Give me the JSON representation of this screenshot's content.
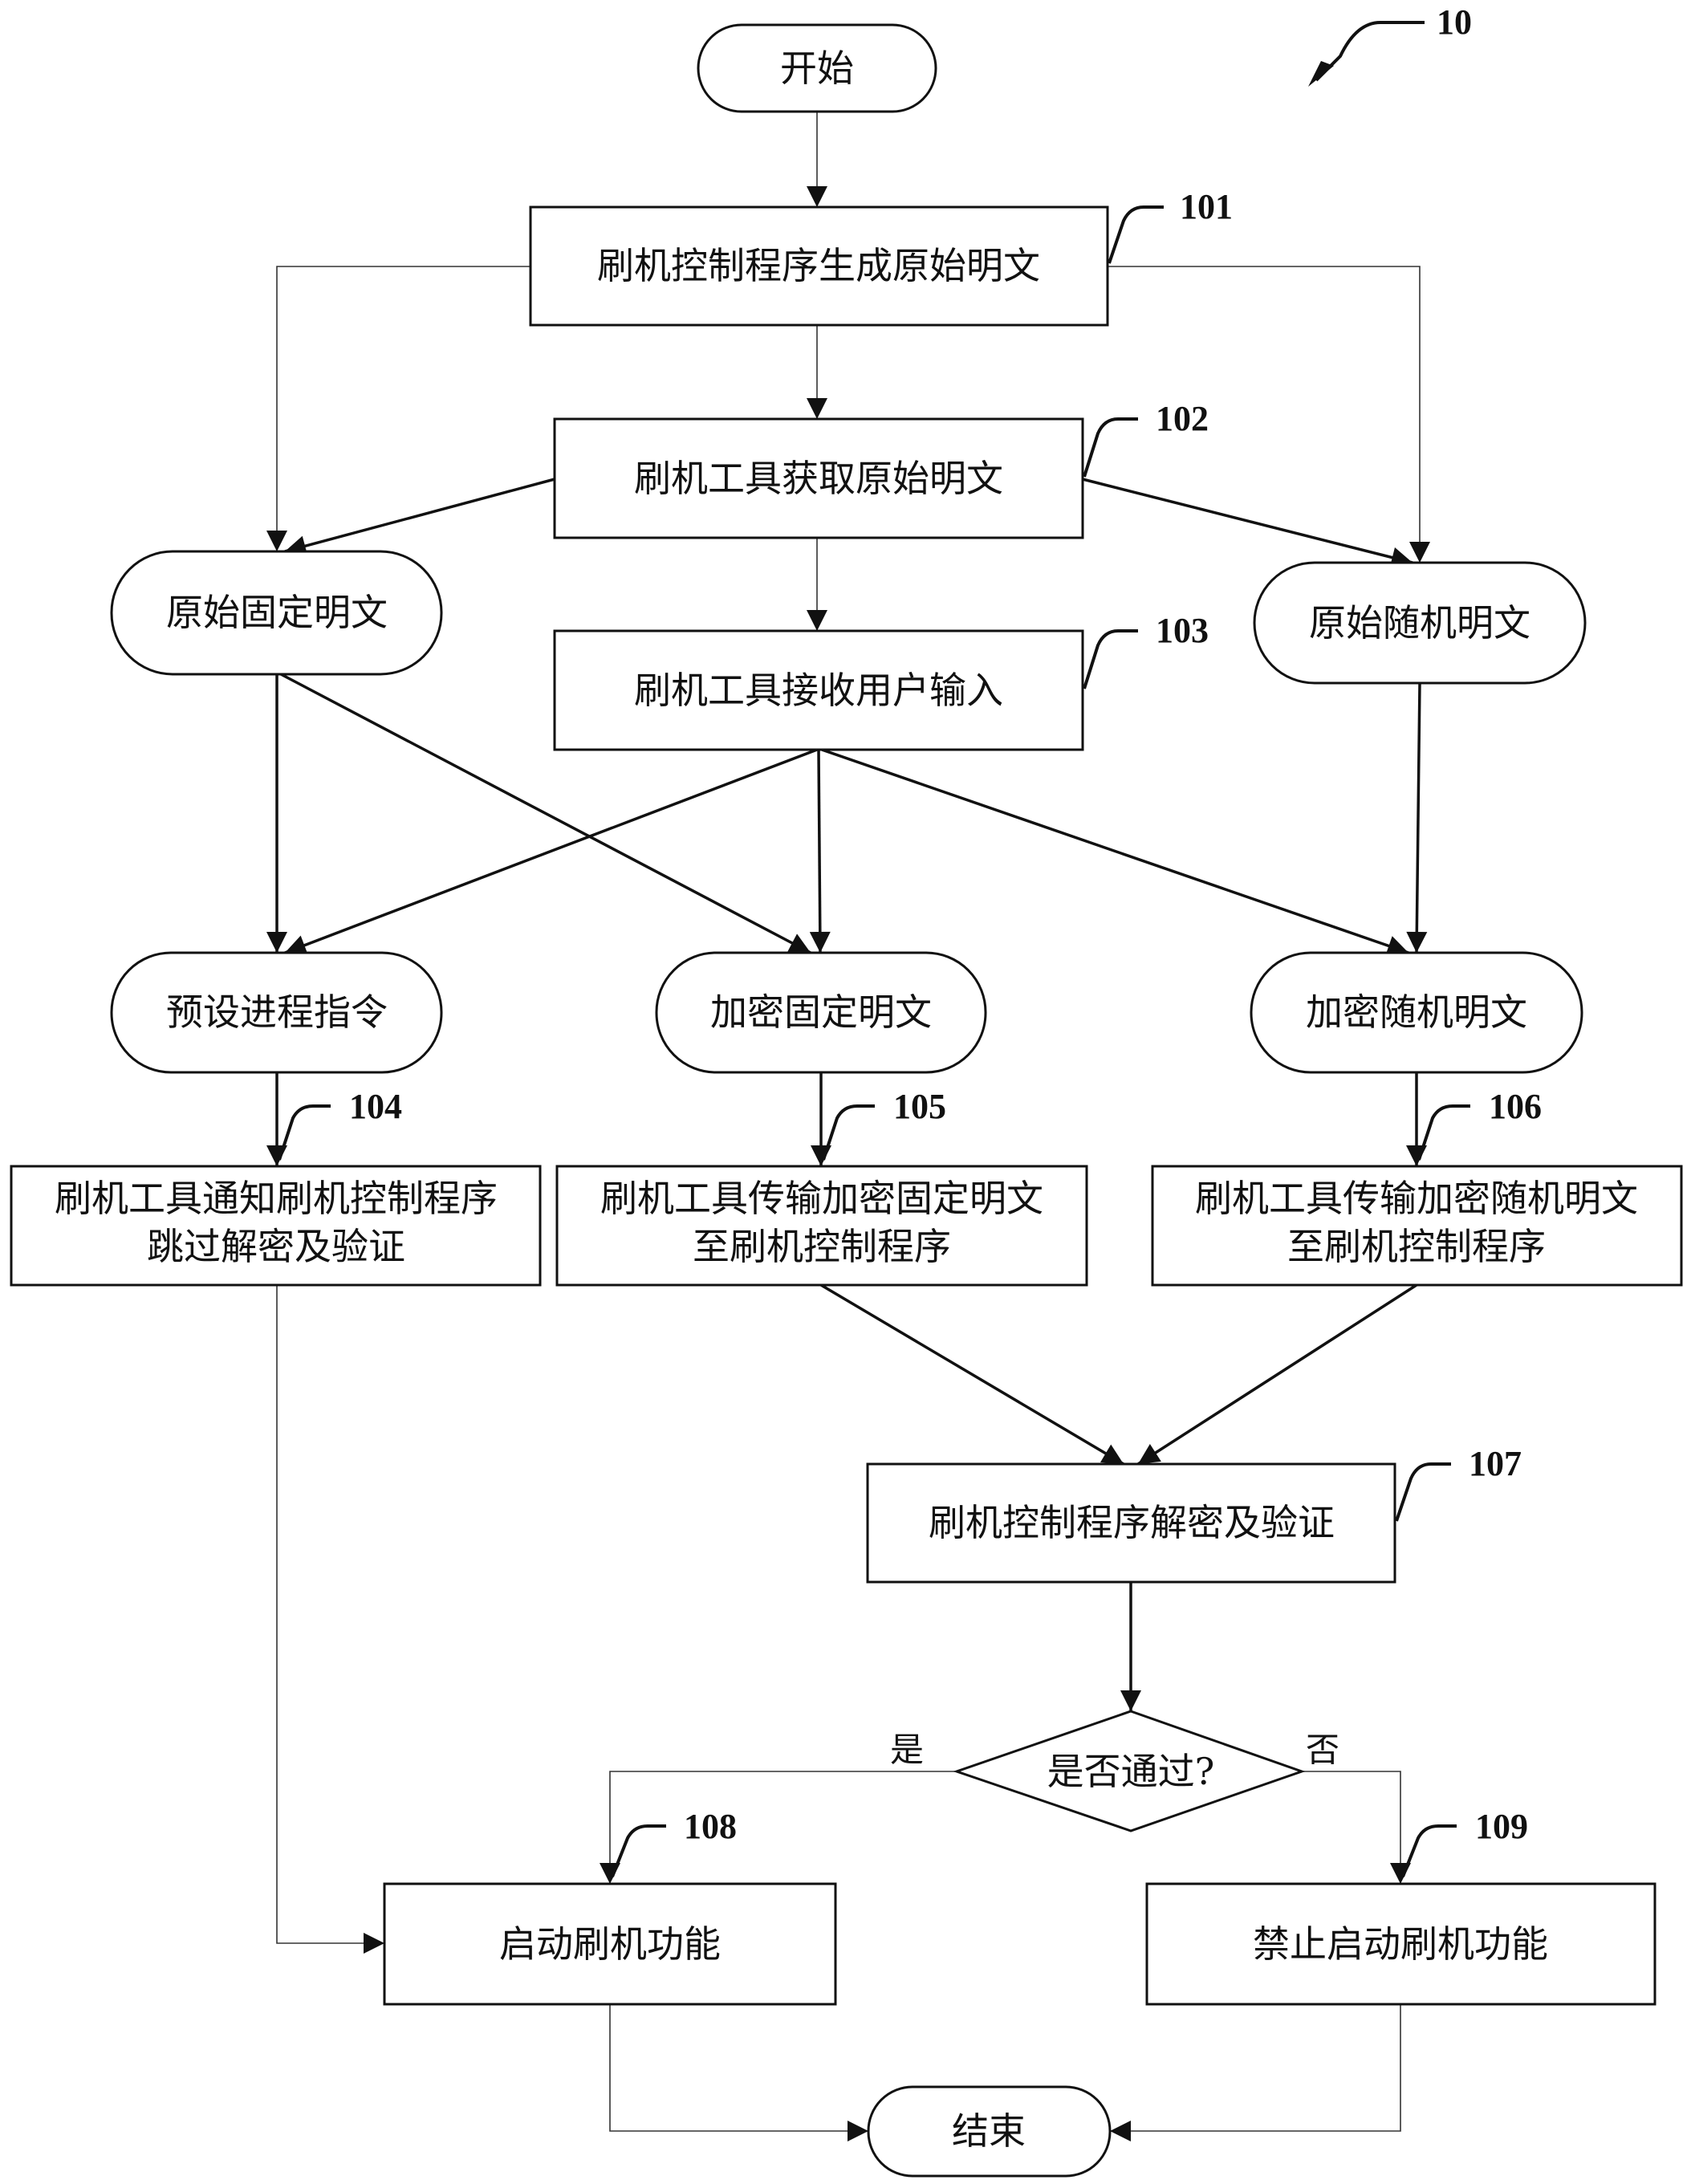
{
  "figure": {
    "ref": "10",
    "nodes": {
      "start": {
        "label": "开始"
      },
      "s101": {
        "label": "刷机控制程序生成原始明文",
        "ref": "101"
      },
      "s102": {
        "label": "刷机工具获取原始明文",
        "ref": "102"
      },
      "fixed_plain": {
        "label": "原始固定明文"
      },
      "random_plain": {
        "label": "原始随机明文"
      },
      "s103": {
        "label": "刷机工具接收用户输入",
        "ref": "103"
      },
      "preset_cmd": {
        "label": "预设进程指令"
      },
      "enc_fixed": {
        "label": "加密固定明文"
      },
      "enc_random": {
        "label": "加密随机明文"
      },
      "s104": {
        "lines": [
          "刷机工具通知刷机控制程序",
          "跳过解密及验证"
        ],
        "ref": "104"
      },
      "s105": {
        "lines": [
          "刷机工具传输加密固定明文",
          "至刷机控制程序"
        ],
        "ref": "105"
      },
      "s106": {
        "lines": [
          "刷机工具传输加密随机明文",
          "至刷机控制程序"
        ],
        "ref": "106"
      },
      "s107": {
        "label": "刷机控制程序解密及验证",
        "ref": "107"
      },
      "decision": {
        "label": "是否通过?",
        "yes": "是",
        "no": "否"
      },
      "s108": {
        "label": "启动刷机功能",
        "ref": "108"
      },
      "s109": {
        "label": "禁止启动刷机功能",
        "ref": "109"
      },
      "end": {
        "label": "结束"
      }
    }
  }
}
